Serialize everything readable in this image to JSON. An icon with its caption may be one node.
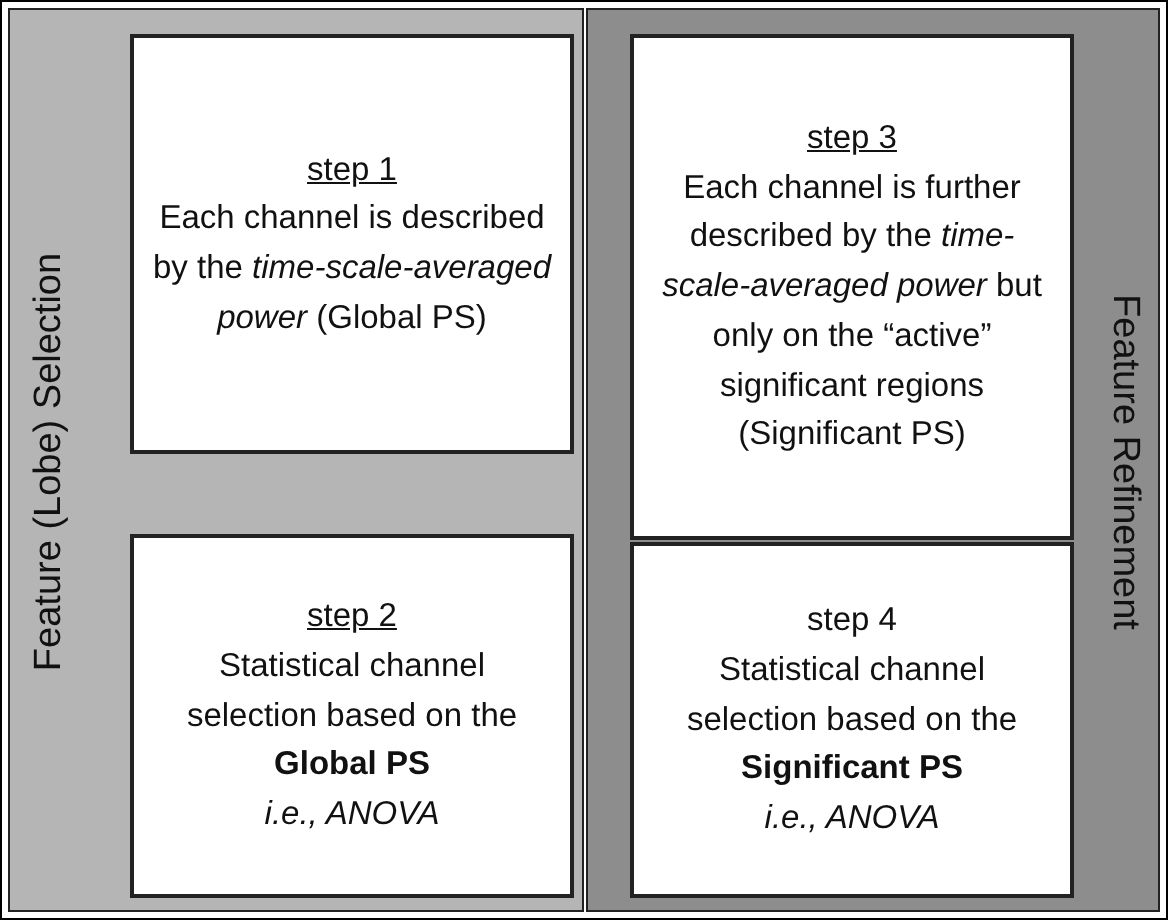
{
  "diagram": {
    "nodes": [
      {
        "text": [
          "Feature (Lobe) Selection"
        ]
      },
      {
        "text": [
          "step 1",
          "Each channel is described by the *time-scale-averaged power* (Global PS)"
        ],
        "in": 0
      },
      {
        "text": [
          "step 2",
          "Statistical channel selection based on the",
          "Global PS",
          "i.e., ANOVA"
        ],
        "in": 0
      },
      {
        "text": [
          "Feature Refinement"
        ]
      },
      {
        "text": [
          "step 3",
          "Each channel is further described by the *time-scale-averaged power* but only on the “active” significant regions (Significant PS)"
        ],
        "in": 3
      },
      {
        "text": [
          "step 4",
          "Statistical channel selection based on the",
          "Significant PS",
          "i.e., ANOVA"
        ],
        "in": 3
      }
    ]
  }
}
